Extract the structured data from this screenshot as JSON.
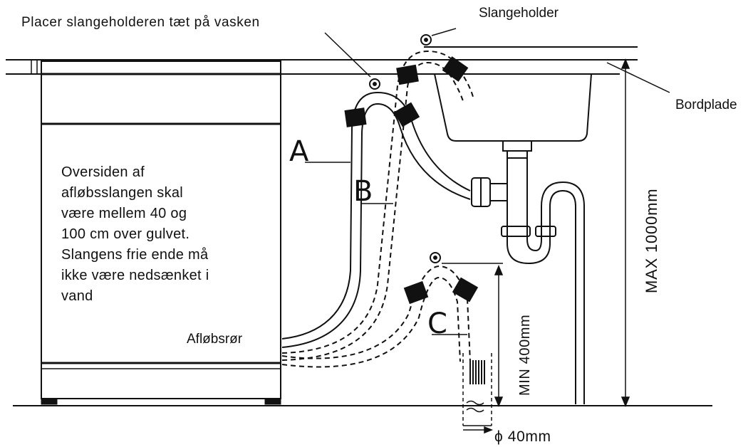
{
  "labels": {
    "place_holder_note": "Placer slangeholderen tæt på vasken",
    "hose_holder": "Slangeholder",
    "countertop": "Bordplade",
    "drain_pipe": "Afløbsrør",
    "hose_a": "A",
    "hose_b": "B",
    "hose_c": "C",
    "max_height": "MAX 1000mm",
    "min_height": "MIN 400mm",
    "diameter": "ϕ 40mm"
  },
  "description_lines": [
    "Oversiden af",
    "afløbsslangen skal",
    "være mellem 40 og",
    "100 cm over gulvet.",
    "Slangens frie ende må",
    "ikke være nedsænket i",
    "vand"
  ]
}
